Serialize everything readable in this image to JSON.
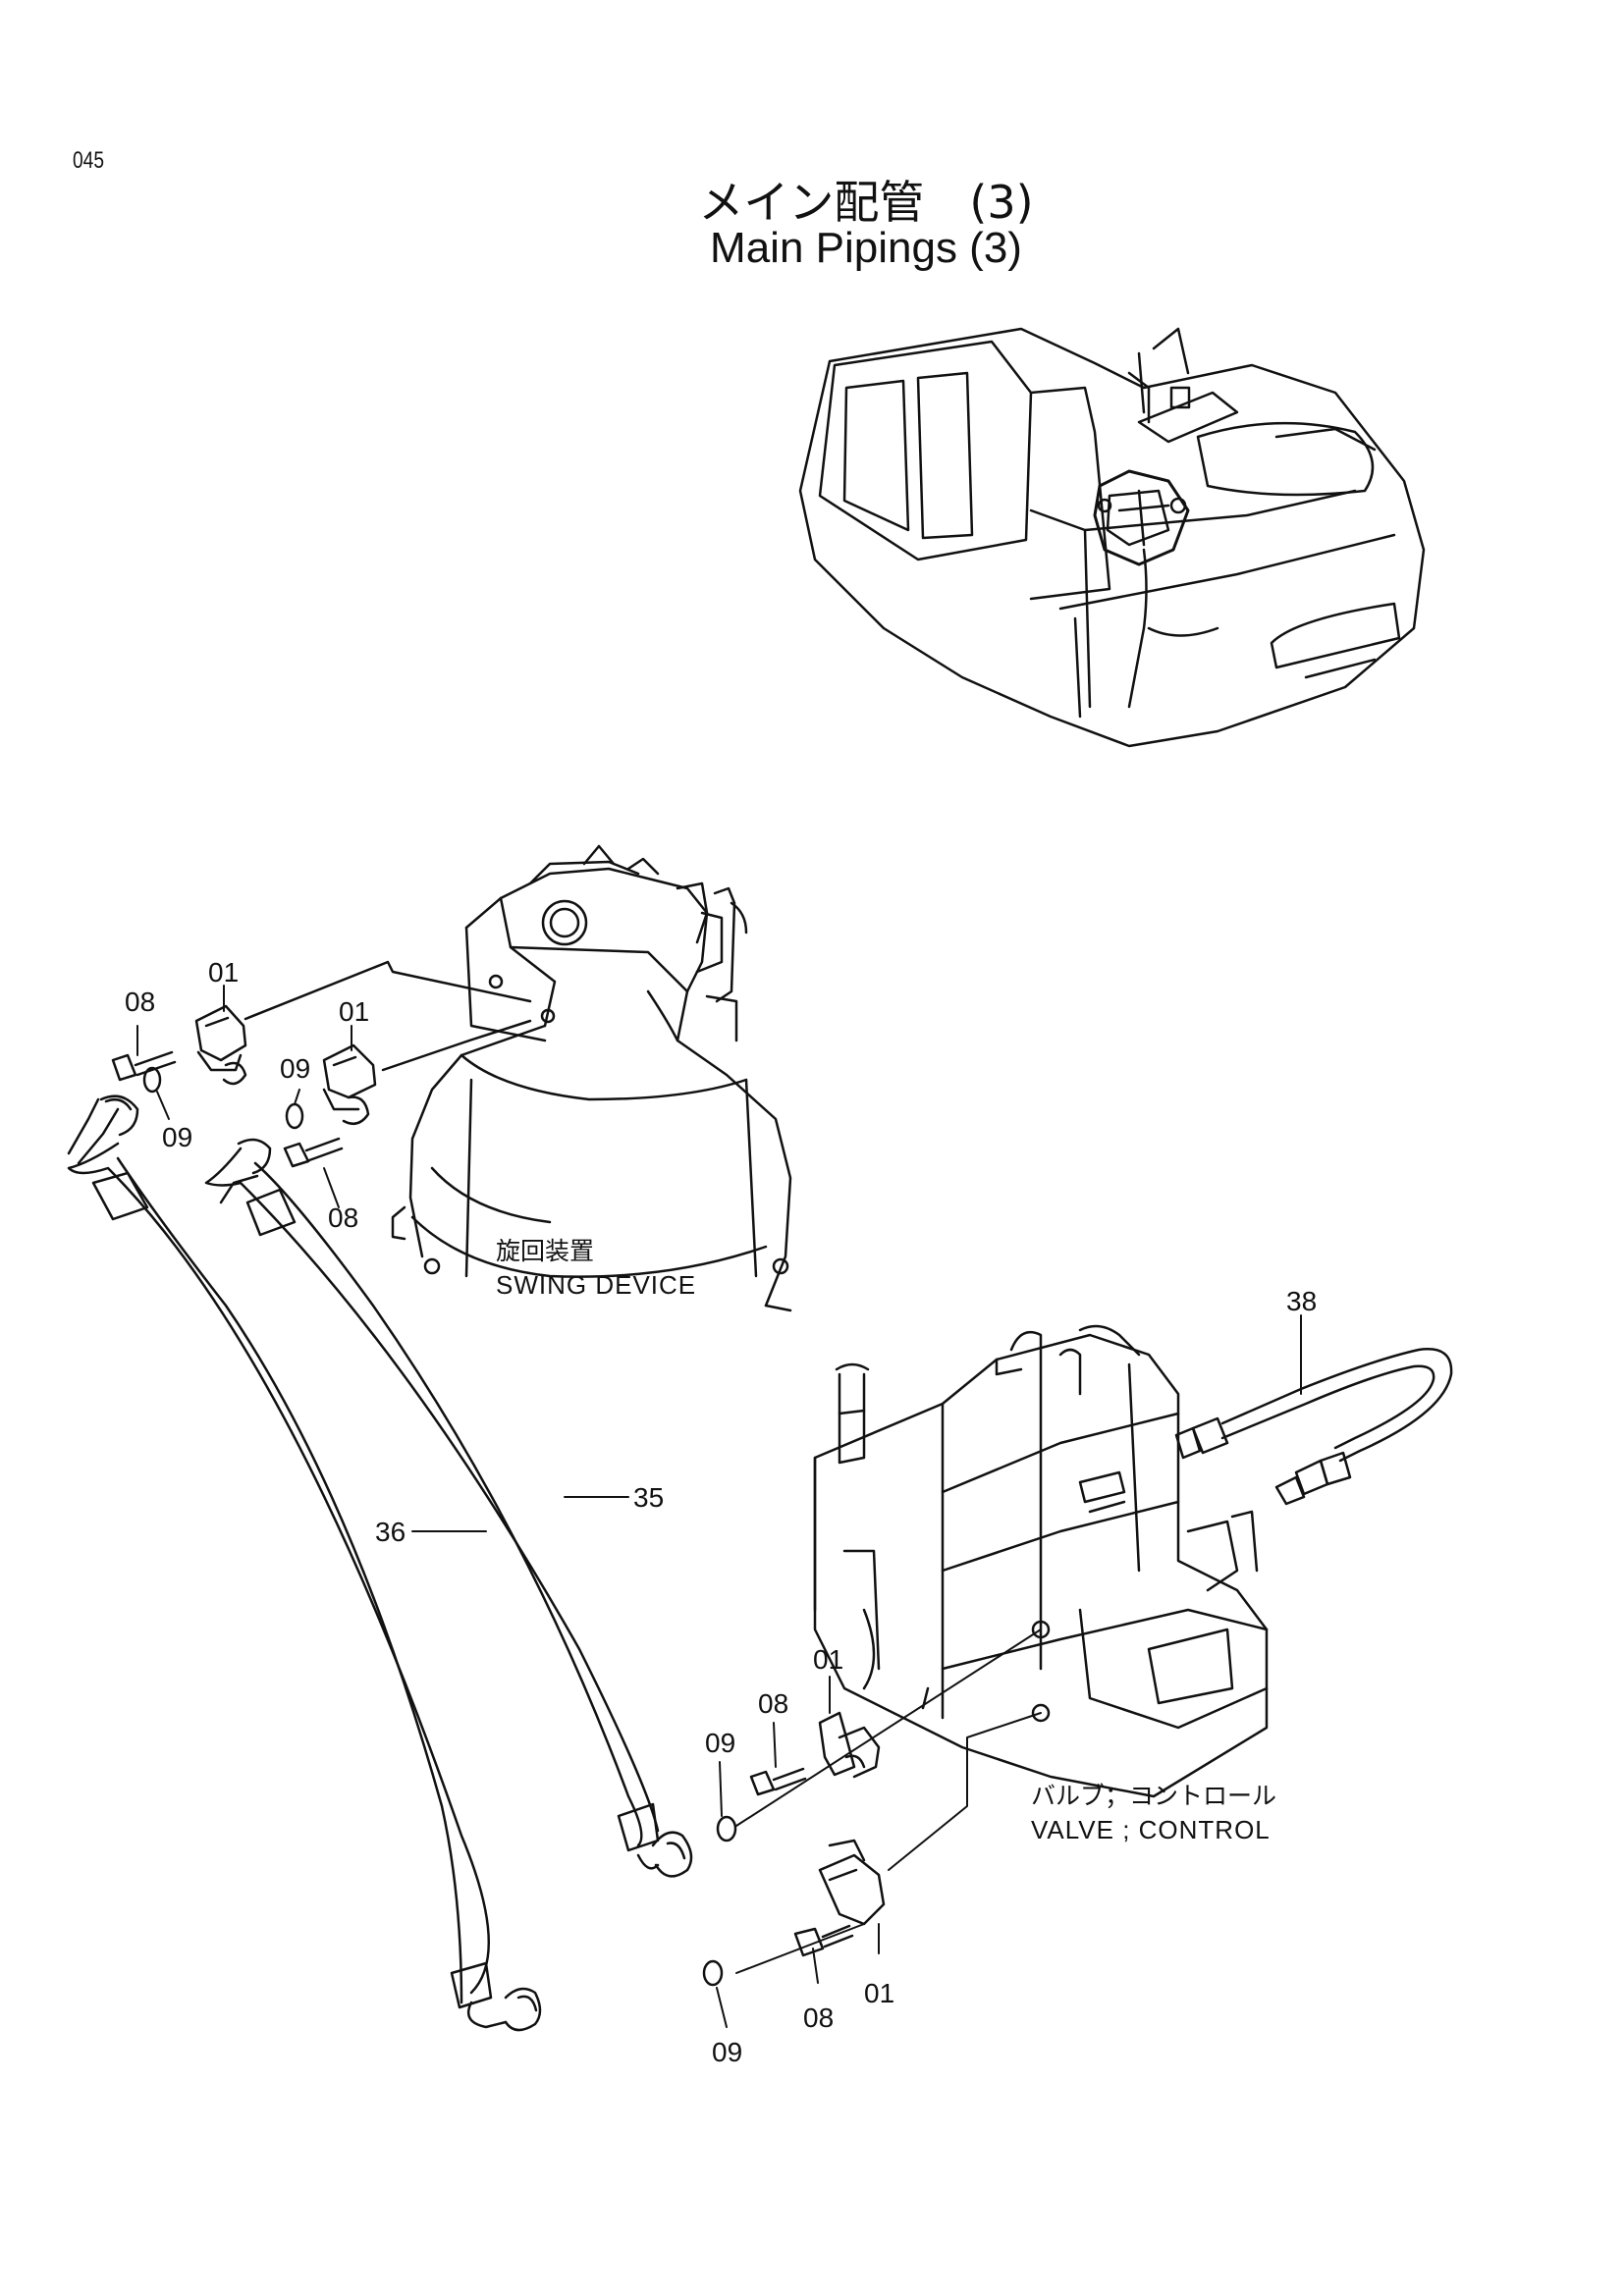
{
  "page_number": "045",
  "title_ja": "メイン配管　(3)",
  "title_en": "Main Pipings (3)",
  "components": {
    "swing_device": {
      "label_ja": "旋回装置",
      "label_en": "SWING DEVICE"
    },
    "control_valve": {
      "label_ja": "バルブ；コントロール",
      "label_en": "VALVE ; CONTROL"
    }
  },
  "callouts": {
    "c01_a": "01",
    "c01_b": "01",
    "c01_c": "01",
    "c01_d": "01",
    "c08_a": "08",
    "c08_b": "08",
    "c08_c": "08",
    "c08_d": "08",
    "c09_a": "09",
    "c09_b": "09",
    "c09_c": "09",
    "c09_d": "09",
    "c35": "35",
    "c36": "36",
    "c38": "38"
  }
}
